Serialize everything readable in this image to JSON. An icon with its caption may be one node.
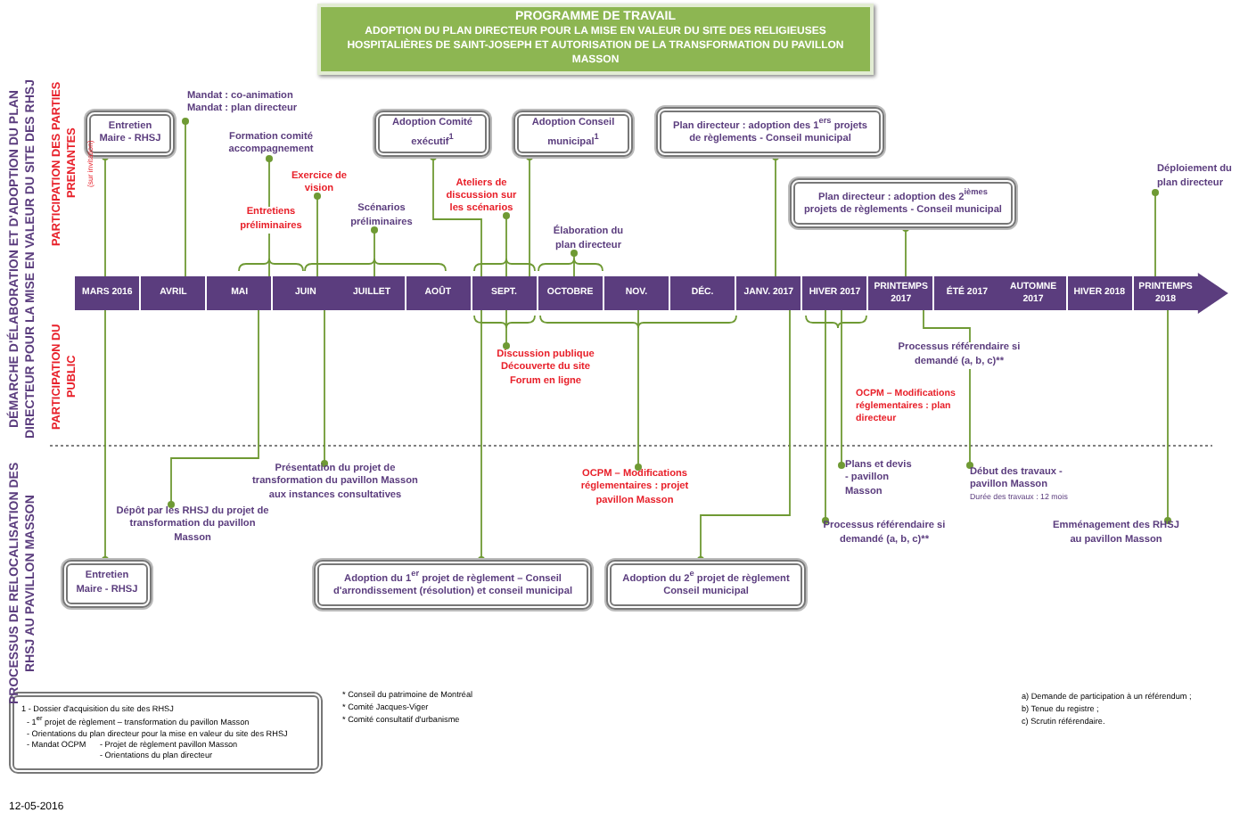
{
  "diagram": {
    "nodes": [
      {
        "text": [
          "PROGRAMME DE TRAVAIL",
          "ADOPTION DU PLAN DIRECTEUR POUR LA MISE EN VALEUR DU SITE DES RELIGIEUSES HOSPITALIÈRES DE SAINT-JOSEPH ET AUTORISATION DE LA TRANSFORMATION DU PAVILLON MASSON"
        ]
      },
      {
        "text": [
          "Entretien Maire - RHSJ"
        ]
      },
      {
        "text": [
          "Mandat : co-animation",
          "Mandat : plan directeur"
        ]
      },
      {
        "text": [
          "Formation comité accompagnement"
        ]
      },
      {
        "text": [
          "Entretiens préliminaires"
        ]
      },
      {
        "text": [
          "Exercice de vision"
        ]
      },
      {
        "text": [
          "Scénarios préliminaires"
        ]
      },
      {
        "text": [
          "Adoption Comité exécutif$^{1}$"
        ]
      },
      {
        "text": [
          "Adoption Conseil municipal$^{1}$"
        ]
      },
      {
        "text": [
          "Ateliers de discussion sur les scénarios"
        ]
      },
      {
        "text": [
          "Élaboration du plan directeur"
        ]
      },
      {
        "text": [
          "Plan directeur : adoption des 1$^{ers}$ projets de règlements - Conseil municipal"
        ]
      },
      {
        "text": [
          "Plan directeur : adoption des 2$^{ièmes}$ projets de règlements - Conseil municipal"
        ]
      },
      {
        "text": [
          "Déploiement du plan directeur"
        ]
      },
      {
        "text": [
          "MARS 2016"
        ]
      },
      {
        "text": [
          "AVRIL"
        ]
      },
      {
        "text": [
          "MAI"
        ]
      },
      {
        "text": [
          "JUIN"
        ]
      },
      {
        "text": [
          "JUILLET"
        ]
      },
      {
        "text": [
          "AOÛT"
        ]
      },
      {
        "text": [
          "SEPT."
        ]
      },
      {
        "text": [
          "OCTOBRE"
        ]
      },
      {
        "text": [
          "NOV."
        ]
      },
      {
        "text": [
          "DÉC."
        ]
      },
      {
        "text": [
          "JANV. 2017"
        ]
      },
      {
        "text": [
          "HIVER 2017"
        ]
      },
      {
        "text": [
          "PRINTEMPS 2017"
        ]
      },
      {
        "text": [
          "ÉTÉ 2017"
        ]
      },
      {
        "text": [
          "AUTOMNE 2017"
        ]
      },
      {
        "text": [
          "HIVER 2018"
        ]
      },
      {
        "text": [
          "PRINTEMPS 2018"
        ]
      },
      {
        "text": [
          "Discussion publique",
          "Découverte du site",
          "Forum en ligne"
        ]
      },
      {
        "text": [
          "Processus référendaire si demandé (a, b, c)**"
        ]
      },
      {
        "text": [
          "Plans et devis - pavillon Masson"
        ]
      },
      {
        "text": [
          "Début des travaux - pavillon Masson"
        ],
        "beside": [
          "Durée des travaux : 12 mois"
        ]
      },
      {
        "text": [
          "Processus référendaire si demandé (a, b, c)**"
        ]
      },
      {
        "text": [
          "Emménagement des RHSJ au pavillon Masson"
        ]
      },
      {
        "text": [
          "OCPM – Modifications réglementaires : projet pavillon Masson"
        ]
      },
      {
        "text": [
          "Présentation du projet de transformation du pavillon Masson aux instances consultatives"
        ]
      },
      {
        "text": [
          "Dépôt par les RHSJ du projet de transformation du pavillon Masson"
        ]
      },
      {
        "text": [
          "Entretien Maire - RHSJ"
        ]
      },
      {
        "text": [
          "Adoption du 1$^{er}$ projet de règlement – Conseil d'arrondissement (résolution) et conseil municipal"
        ]
      },
      {
        "text": [
          "Adoption du 2$^{e}$ projet de règlement Conseil municipal"
        ]
      },
      {
        "text": [
          "1 - Dossier d'acquisition du site des RHSJ",
          "- 1$^{er}$ projet de règlement – transformation du pavillon Masson",
          "- Orientations du plan directeur pour la mise en valeur du site des RHSJ",
          "- Mandat OCPM",
          "- Projet de règlement pavillon Masson",
          "- Orientations du plan directeur"
        ]
      }
    ],
    "edges": [
      {
        "from": 1,
        "to": 14,
        "arrow": "other"
      },
      {
        "from": 2,
        "to": 15,
        "arrow": "other"
      },
      {
        "from": 3,
        "to": 4,
        "arrow": "other"
      },
      {
        "from": 4,
        "to": 16,
        "arrow": "none"
      },
      {
        "from": 5,
        "to": 17,
        "arrow": "other"
      },
      {
        "from": 6,
        "to": 18,
        "arrow": "other"
      },
      {
        "from": 7,
        "to": 20,
        "arrow": "other"
      },
      {
        "from": 8,
        "to": 20,
        "arrow": "other"
      },
      {
        "from": 9,
        "to": 20,
        "arrow": "other"
      },
      {
        "from": 10,
        "to": 21,
        "arrow": "other"
      },
      {
        "from": 11,
        "to": 24,
        "arrow": "other"
      },
      {
        "from": 12,
        "to": 26,
        "arrow": "other"
      },
      {
        "from": 13,
        "to": 30,
        "arrow": "other"
      },
      {
        "from": 31,
        "to": 20,
        "arrow": "other"
      },
      {
        "from": 32,
        "to": 26,
        "arrow": "none"
      },
      {
        "from": 33,
        "to": 25,
        "arrow": "other"
      },
      {
        "from": 34,
        "to": 32,
        "arrow": "other"
      },
      {
        "from": 35,
        "to": 25,
        "arrow": "other"
      },
      {
        "from": 36,
        "to": 30,
        "arrow": "other"
      },
      {
        "from": 37,
        "to": 22,
        "arrow": "other"
      },
      {
        "from": 38,
        "to": 17,
        "arrow": "other"
      },
      {
        "from": 39,
        "to": 16,
        "arrow": "other"
      },
      {
        "from": 40,
        "to": 14,
        "arrow": "other"
      },
      {
        "from": 41,
        "to": 20,
        "arrow": "other"
      },
      {
        "from": 42,
        "to": 24,
        "arrow": "other"
      }
    ],
    "labels": [
      "DÉMARCHE D'ÉLABORATION ET D'ADOPTION DU PLAN DIRECTEUR POUR LA MISE EN VALEUR DU SITE DES RHSJ",
      "PARTICIPATION DES PARTIES PRENANTES",
      "(sur invitation)",
      "PARTICIPATION DU PUBLIC",
      "OCPM – Modifications réglementaires : plan directeur",
      "PROCESSUS DE RELOCALISATION DES RHSJ AU PAVILLON MASSON",
      "* Conseil du patrimoine de Montréal",
      "* Comité Jacques-Viger",
      "* Comité consultatif d'urbanisme",
      "a) Demande de participation à un référendum ;",
      "b) Tenue du registre ;",
      "c) Scrutin référendaire.",
      "12-05-2016"
    ]
  }
}
